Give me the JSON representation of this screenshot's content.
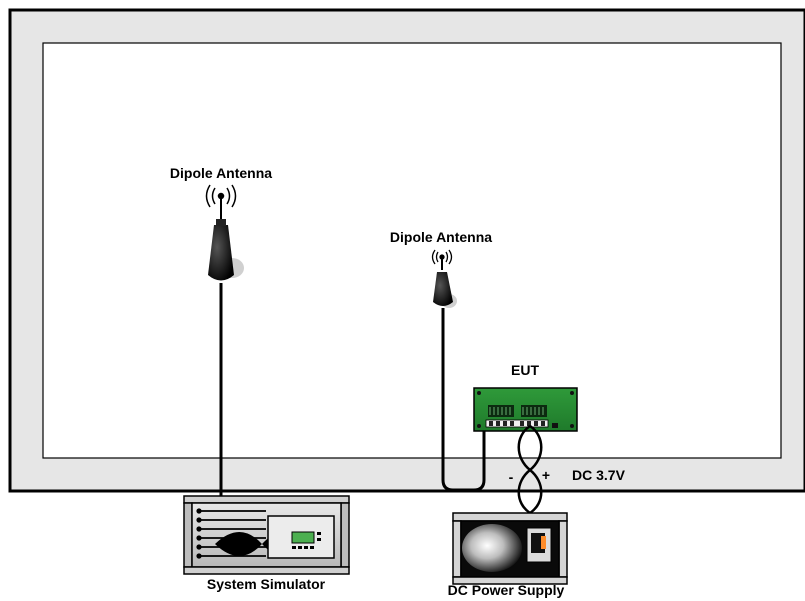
{
  "labels": {
    "antenna_left": "Dipole Antenna",
    "antenna_right": "Dipole Antenna",
    "eut": "EUT",
    "voltage": "DC 3.7V",
    "minus": "-",
    "plus": "+",
    "simulator": "System Simulator",
    "power_supply": "DC Power Supply"
  }
}
